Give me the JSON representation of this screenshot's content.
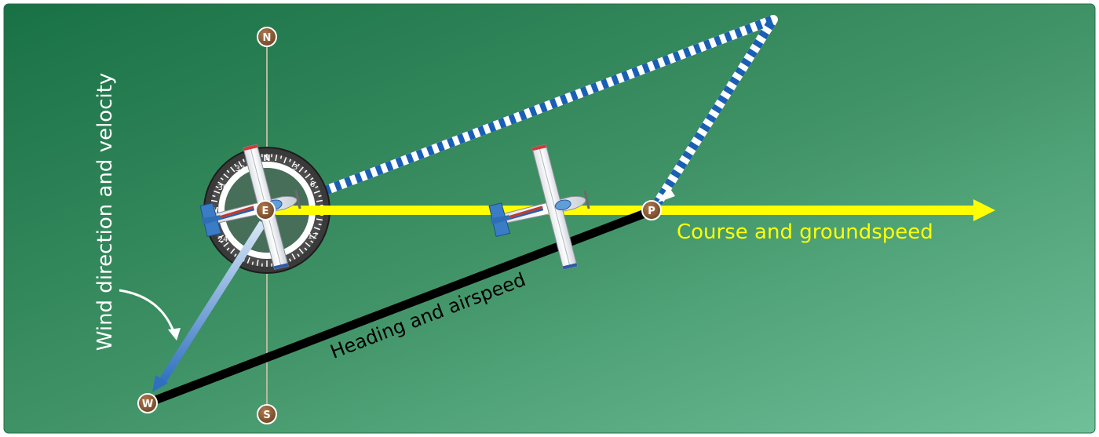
{
  "points": {
    "n": "N",
    "s": "S",
    "e": "E",
    "w": "W",
    "p": "P"
  },
  "labels": {
    "wind": "Wind direction and velocity",
    "heading": "Heading and airspeed",
    "course": "Course and groundspeed"
  },
  "compass_marks": {
    "n": "N",
    "e": "E",
    "w": "W",
    "three": "3",
    "six": "6",
    "twelve": "12",
    "twentyfour": "24",
    "thirty": "30",
    "thirtythree": "33"
  },
  "colors": {
    "background_dark": "#1a7446",
    "background_light": "#6cbc94",
    "course_line": "#ffff00",
    "heading_line": "#000000",
    "wind_line": "#3a78c8",
    "stripe_blue": "#1a5fb4",
    "point_marker": "#8b5a35",
    "north_south_line": "#b8b8a0"
  }
}
